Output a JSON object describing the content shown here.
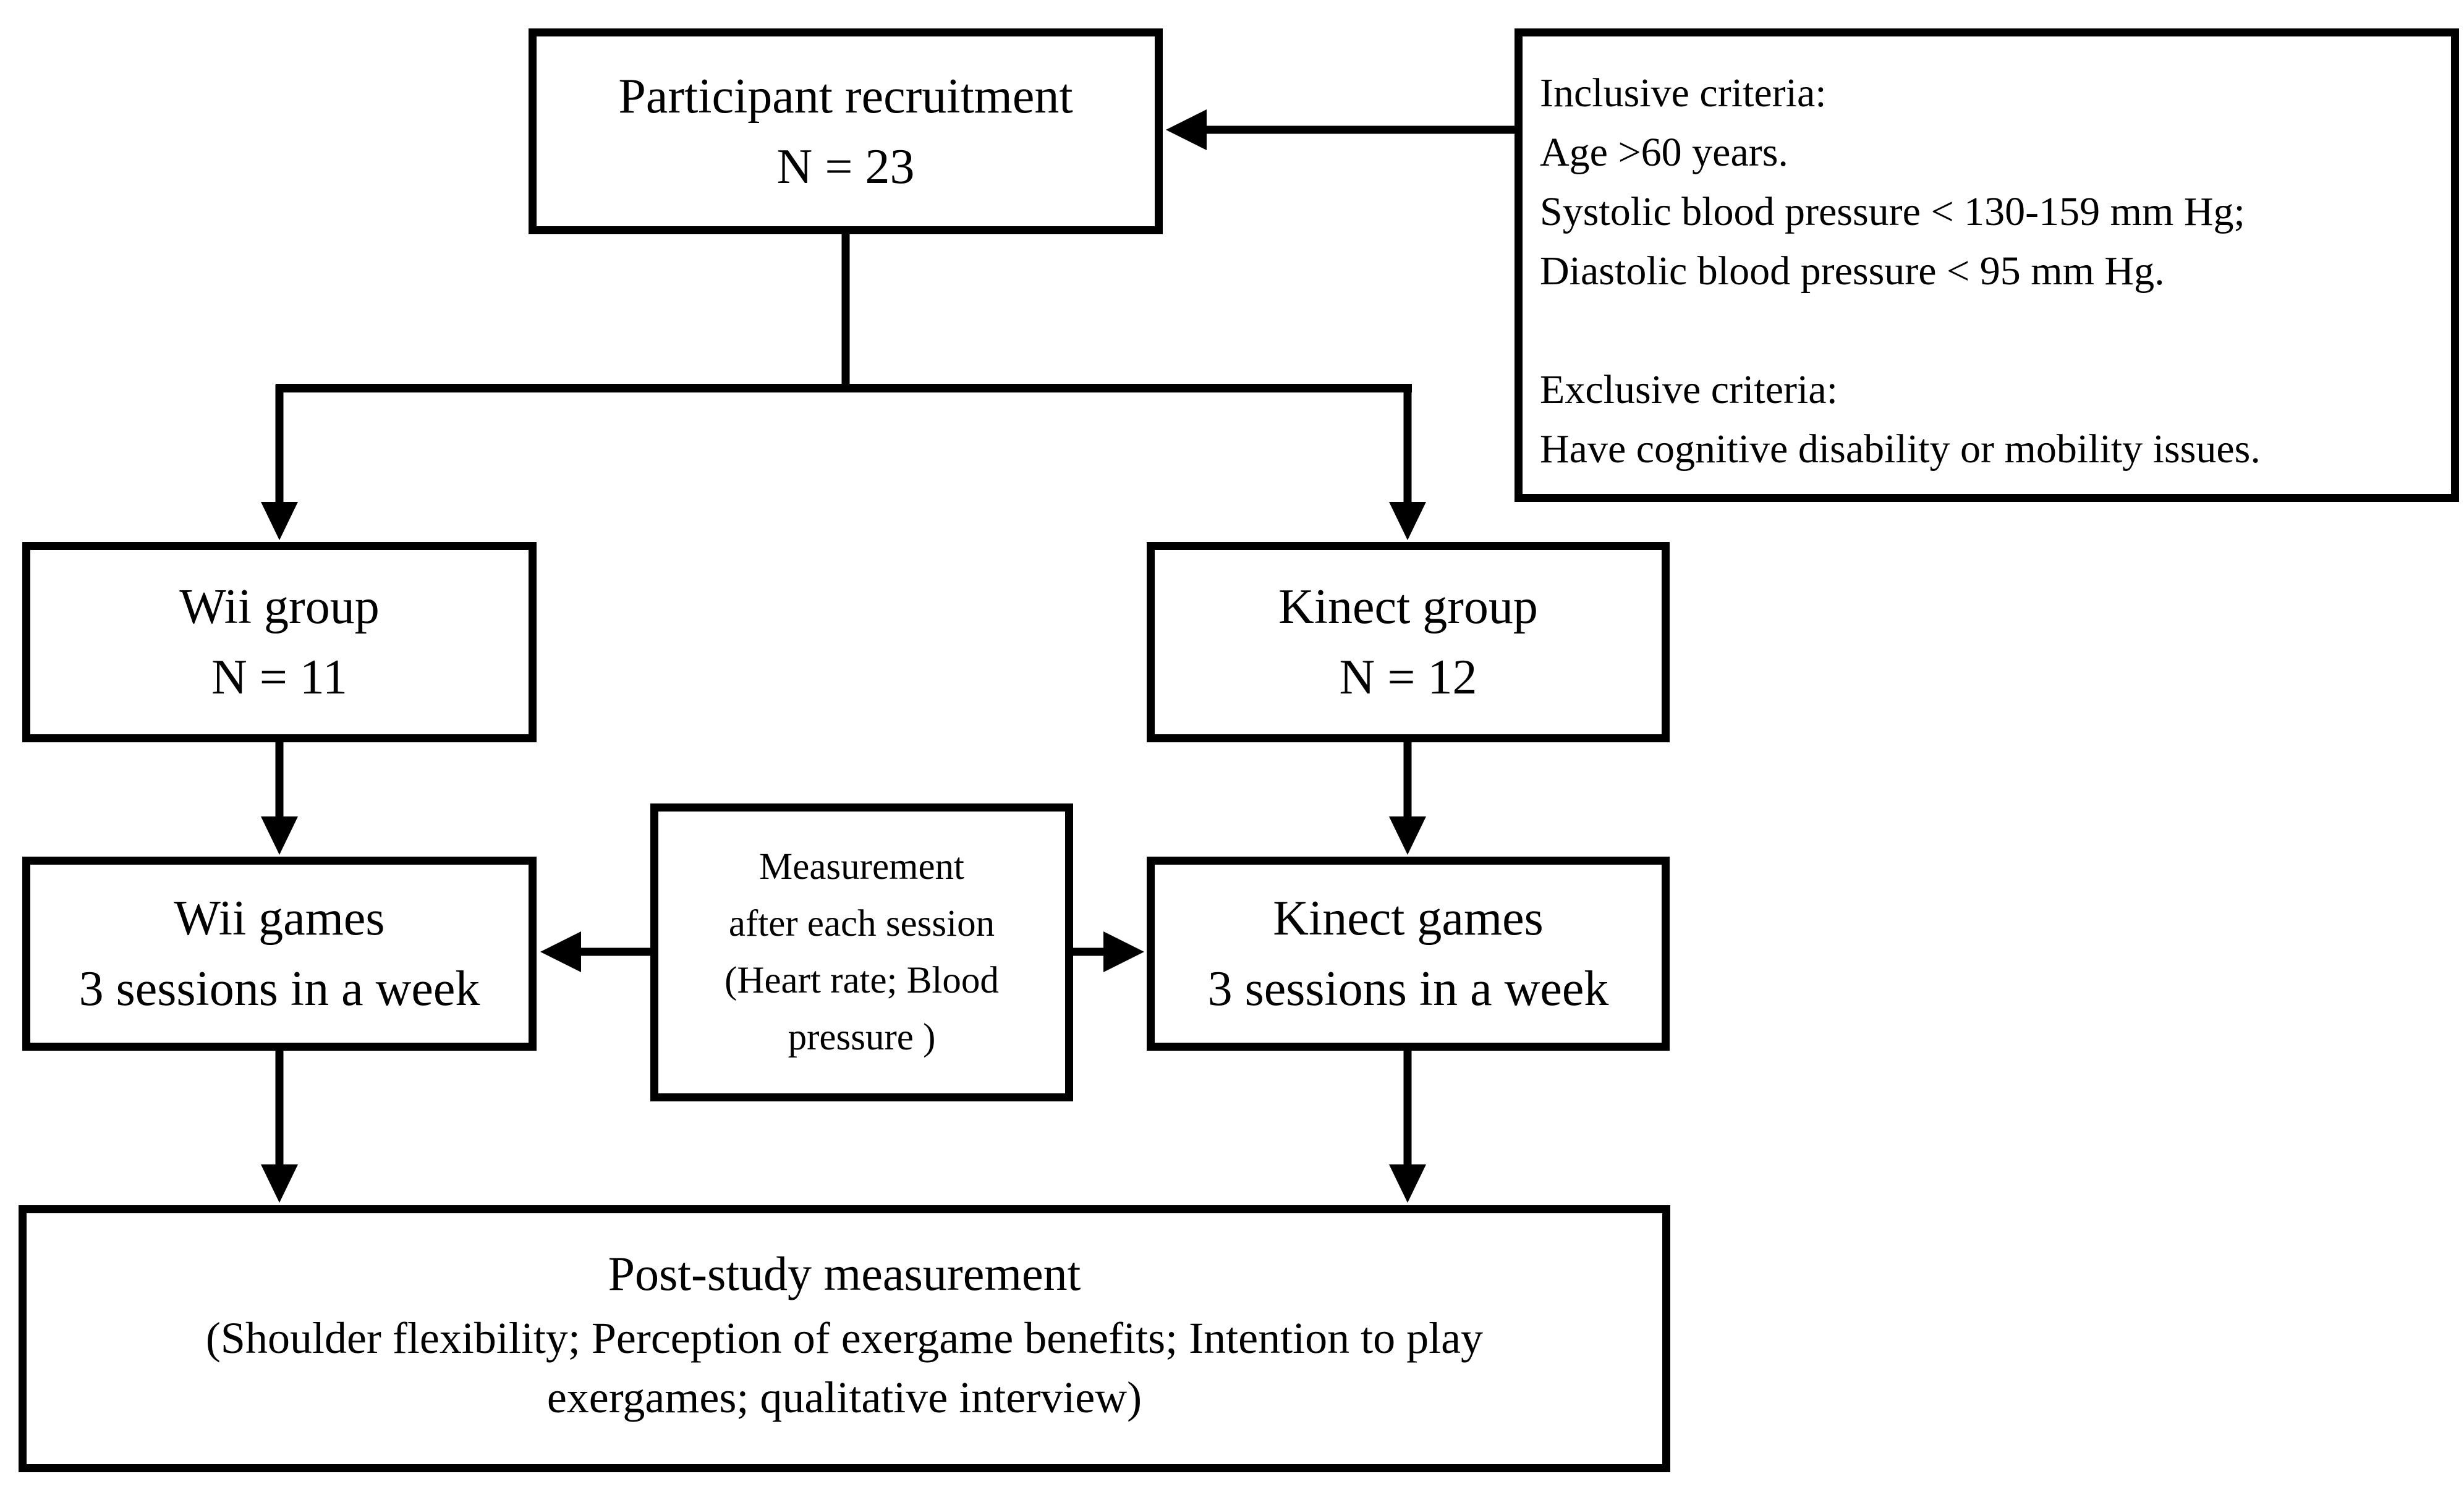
{
  "boxes": {
    "recruitment": {
      "line1": "Participant recruitment",
      "line2": "N = 23"
    },
    "criteria": {
      "lines": [
        "Inclusive criteria:",
        "Age >60 years.",
        "Systolic blood pressure < 130-159 mm Hg;",
        "Diastolic blood pressure < 95 mm Hg.",
        "",
        "Exclusive criteria:",
        "Have cognitive disability or mobility issues."
      ]
    },
    "wii_group": {
      "line1": "Wii group",
      "line2": "N = 11"
    },
    "kinect_group": {
      "line1": "Kinect group",
      "line2": "N = 12"
    },
    "wii_games": {
      "line1": "Wii games",
      "line2": "3 sessions in a week"
    },
    "kinect_games": {
      "line1": "Kinect games",
      "line2": "3 sessions in a week"
    },
    "measurement": {
      "line1": "Measurement",
      "line2": "after each session",
      "line3": "(Heart rate; Blood",
      "line4": "pressure )"
    },
    "post_study": {
      "line1": "Post-study measurement",
      "line2": "(Shoulder flexibility; Perception of exergame benefits; Intention to play",
      "line3": "exergames; qualitative interview)"
    }
  },
  "colors": {
    "ink": "#000000",
    "background": "#ffffff"
  }
}
